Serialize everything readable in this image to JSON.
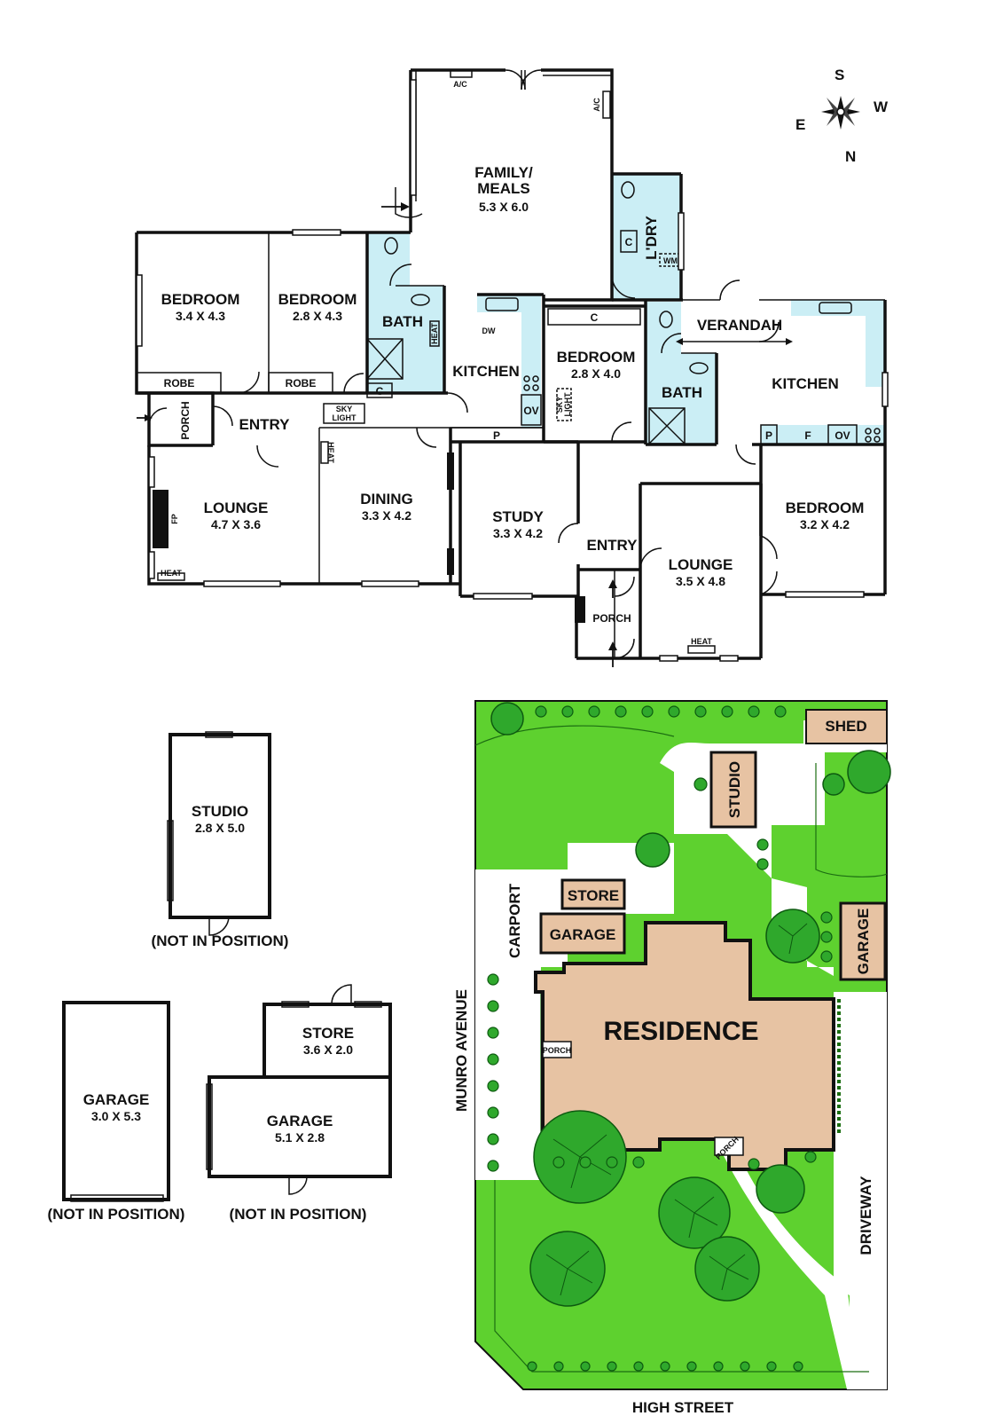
{
  "compass": {
    "n": "N",
    "s": "S",
    "e": "E",
    "w": "W"
  },
  "rooms": {
    "family": {
      "name1": "FAMILY/",
      "name2": "MEALS",
      "dim": "5.3 X 6.0"
    },
    "bedroom1": {
      "name": "BEDROOM",
      "dim": "3.4 X 4.3"
    },
    "bedroom2": {
      "name": "BEDROOM",
      "dim": "2.8 X 4.3"
    },
    "bedroom3": {
      "name": "BEDROOM",
      "dim": "2.8 X 4.0"
    },
    "bedroom4": {
      "name": "BEDROOM",
      "dim": "3.2 X 4.2"
    },
    "bath1": {
      "name": "BATH"
    },
    "bath2": {
      "name": "BATH"
    },
    "kitchen1": {
      "name": "KITCHEN"
    },
    "kitchen2": {
      "name": "KITCHEN"
    },
    "laundry": {
      "name": "L'DRY"
    },
    "verandah": {
      "name": "VERANDAH"
    },
    "entry1": {
      "name": "ENTRY"
    },
    "entry2": {
      "name": "ENTRY"
    },
    "porch1": {
      "name": "PORCH"
    },
    "porch2": {
      "name": "PORCH"
    },
    "lounge1": {
      "name": "LOUNGE",
      "dim": "4.7 X 3.6"
    },
    "lounge2": {
      "name": "LOUNGE",
      "dim": "3.5 X 4.8"
    },
    "dining": {
      "name": "DINING",
      "dim": "3.3 X 4.2"
    },
    "study": {
      "name": "STUDY",
      "dim": "3.3 X 4.2"
    }
  },
  "fixtures": {
    "ac": "A/C",
    "robe": "ROBE",
    "cupboard": "C",
    "heat": "HEAT",
    "sky1": "SKY",
    "sky2": "LIGHT",
    "pantry": "P",
    "dishwasher": "DW",
    "oven": "OV",
    "fridge": "F",
    "fireplace": "FP",
    "washer": "WM"
  },
  "outbuildings": {
    "studio": {
      "name": "STUDIO",
      "dim": "2.8 X 5.0",
      "note": "(NOT IN POSITION)"
    },
    "garage_a": {
      "name": "GARAGE",
      "dim": "3.0 X 5.3",
      "note": "(NOT IN POSITION)"
    },
    "store": {
      "name": "STORE",
      "dim": "3.6 X 2.0"
    },
    "garage_b": {
      "name": "GARAGE",
      "dim": "5.1 X 2.8",
      "note": "(NOT IN POSITION)"
    }
  },
  "site": {
    "residence": "RESIDENCE",
    "shed": "SHED",
    "studio": "STUDIO",
    "store": "STORE",
    "garage1": "GARAGE",
    "garage2": "GARAGE",
    "carport": "CARPORT",
    "porch": "PORCH",
    "driveway": "DRIVEWAY",
    "munro_avenue": "MUNRO AVENUE",
    "high_street": "HIGH STREET"
  }
}
